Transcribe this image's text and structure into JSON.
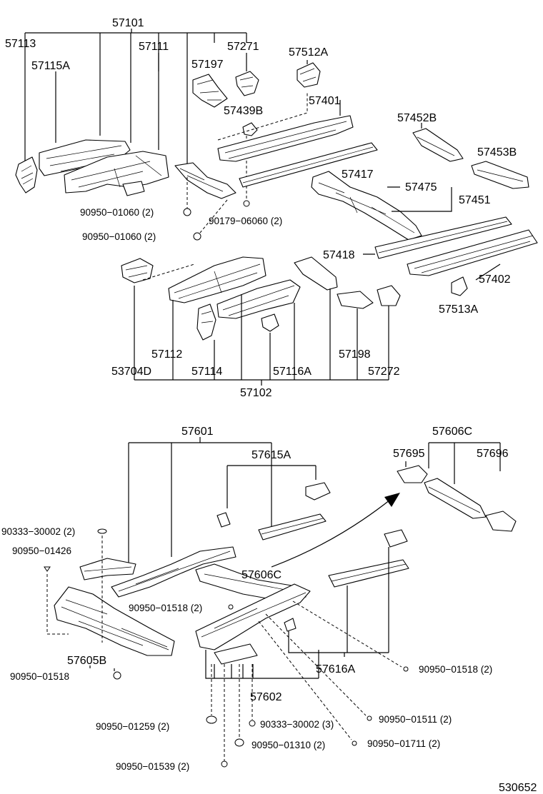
{
  "labels": {
    "p57101": "57101",
    "p57113": "57113",
    "p57115A": "57115A",
    "p57111": "57111",
    "p57197": "57197",
    "p57271": "57271",
    "p57512A": "57512A",
    "p57439B": "57439B",
    "p57401": "57401",
    "p57452B": "57452B",
    "p57453B": "57453B",
    "p57417": "57417",
    "p57475": "57475",
    "p57451": "57451",
    "f90950_01060_a": "90950−01060 (2)",
    "f90950_01060_b": "90950−01060 (2)",
    "f90179_06060": "90179−06060 (2)",
    "p57418": "57418",
    "p57402": "57402",
    "p57513A": "57513A",
    "p57112": "57112",
    "p53704D": "53704D",
    "p57114": "57114",
    "p57116A": "57116A",
    "p57198": "57198",
    "p57272": "57272",
    "p57102": "57102",
    "p57601": "57601",
    "p57606C_top": "57606C",
    "p57695": "57695",
    "p57696": "57696",
    "p57615A": "57615A",
    "f90333_30002_2": "90333−30002 (2)",
    "f90950_01426": "90950−01426",
    "p57606C_mid": "57606C",
    "f90950_01518_mid": "90950−01518 (2)",
    "p57605B": "57605B",
    "f90950_01518_left": "90950−01518",
    "p57616A": "57616A",
    "f90950_01518_right": "90950−01518 (2)",
    "p57602": "57602",
    "f90950_01511": "90950−01511 (2)",
    "f90950_01259": "90950−01259 (2)",
    "f90333_30002_3": "90333−30002 (3)",
    "f90950_01310": "90950−01310 (2)",
    "f90950_01711": "90950−01711 (2)",
    "f90950_01539": "90950−01539 (2)",
    "catalog_number": "530652"
  }
}
